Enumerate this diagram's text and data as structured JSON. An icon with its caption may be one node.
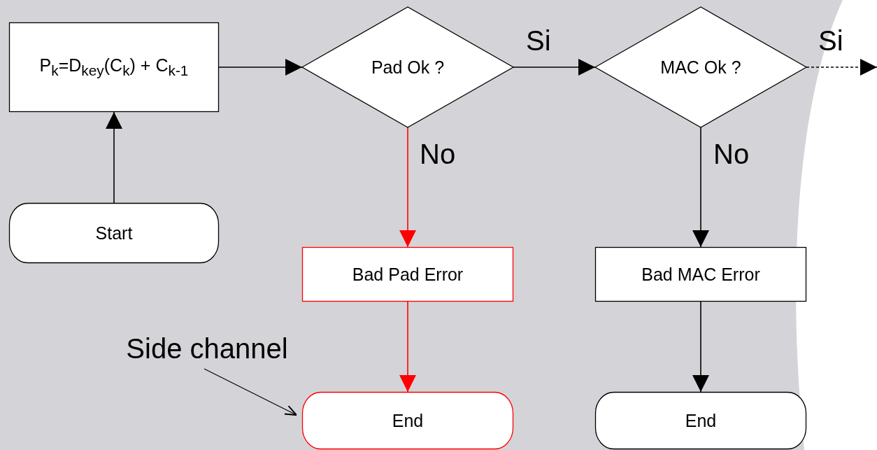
{
  "diagram": {
    "nodes": [
      {
        "text": [
          "P$_{k}$=D$_{key}$(C$_{k}$) + C$_{k-1}$"
        ]
      },
      {
        "text": [
          "Pad Ok ?"
        ]
      },
      {
        "text": [
          "MAC Ok ?"
        ]
      },
      {
        "text": [
          "Start"
        ]
      },
      {
        "text": [
          "Bad Pad Error"
        ]
      },
      {
        "text": [
          "Bad MAC Error"
        ]
      },
      {
        "text": [
          "Side channel"
        ]
      },
      {
        "text": [
          "End"
        ]
      },
      {
        "text": [
          "End"
        ]
      }
    ],
    "edges": [
      {
        "from": 3,
        "to": 0,
        "arrow": "to"
      },
      {
        "from": 0,
        "to": 1,
        "arrow": "to"
      },
      {
        "from": 1,
        "to": 2,
        "arrow": "to",
        "label": "Si"
      },
      {
        "from": 2,
        "to": null,
        "arrow": "to",
        "label": "Si",
        "style": "dashed"
      },
      {
        "from": 1,
        "to": 4,
        "arrow": "to",
        "label": "No",
        "color": "#ff0000"
      },
      {
        "from": 4,
        "to": 7,
        "arrow": "to",
        "color": "#ff0000"
      },
      {
        "from": 2,
        "to": 5,
        "arrow": "to",
        "label": "No"
      },
      {
        "from": 5,
        "to": 8,
        "arrow": "to"
      },
      {
        "from": 6,
        "to": 7,
        "arrow": "to"
      }
    ]
  }
}
